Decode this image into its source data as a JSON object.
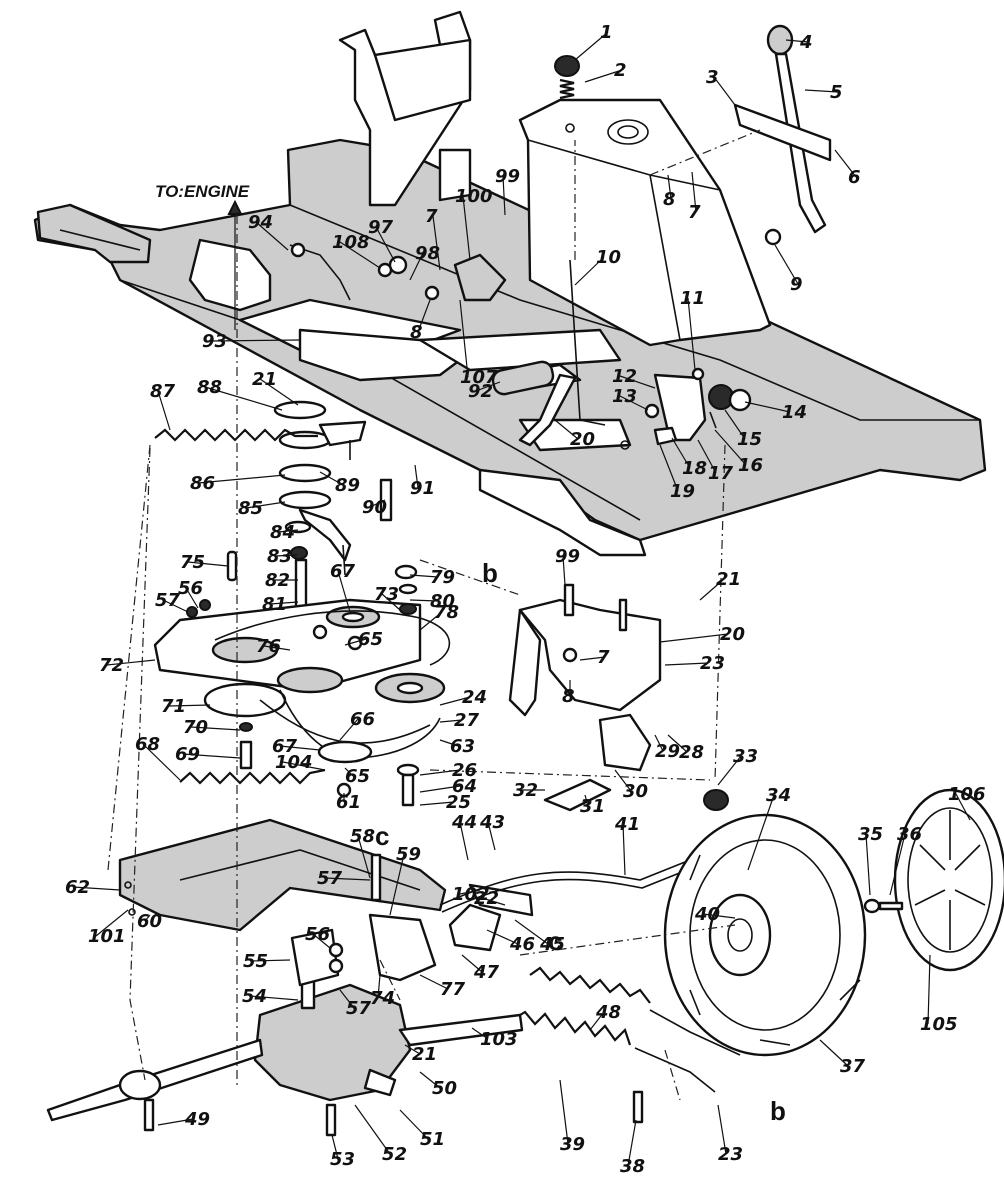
{
  "diagram": {
    "to_engine_label": "TO:ENGINE",
    "reference_letters": {
      "b_upper": "b",
      "c_upper": "c",
      "c_lower": "c",
      "b_lower": "b"
    },
    "callouts": [
      {
        "id": "c1",
        "text": "1"
      },
      {
        "id": "c2",
        "text": "2"
      },
      {
        "id": "c3",
        "text": "3"
      },
      {
        "id": "c4",
        "text": "4"
      },
      {
        "id": "c5",
        "text": "5"
      },
      {
        "id": "c6",
        "text": "6"
      },
      {
        "id": "c7a",
        "text": "7"
      },
      {
        "id": "c7b",
        "text": "7"
      },
      {
        "id": "c7c",
        "text": "7"
      },
      {
        "id": "c8a",
        "text": "8"
      },
      {
        "id": "c8b",
        "text": "8"
      },
      {
        "id": "c8c",
        "text": "8"
      },
      {
        "id": "c9",
        "text": "9"
      },
      {
        "id": "c10",
        "text": "10"
      },
      {
        "id": "c11",
        "text": "11"
      },
      {
        "id": "c12",
        "text": "12"
      },
      {
        "id": "c13",
        "text": "13"
      },
      {
        "id": "c14",
        "text": "14"
      },
      {
        "id": "c15",
        "text": "15"
      },
      {
        "id": "c16",
        "text": "16"
      },
      {
        "id": "c17",
        "text": "17"
      },
      {
        "id": "c18",
        "text": "18"
      },
      {
        "id": "c19",
        "text": "19"
      },
      {
        "id": "c20a",
        "text": "20"
      },
      {
        "id": "c20b",
        "text": "20"
      },
      {
        "id": "c21a",
        "text": "21"
      },
      {
        "id": "c21b",
        "text": "21"
      },
      {
        "id": "c21c",
        "text": "21"
      },
      {
        "id": "c22",
        "text": "22"
      },
      {
        "id": "c23a",
        "text": "23"
      },
      {
        "id": "c23b",
        "text": "23"
      },
      {
        "id": "c24",
        "text": "24"
      },
      {
        "id": "c25",
        "text": "25"
      },
      {
        "id": "c26",
        "text": "26"
      },
      {
        "id": "c27",
        "text": "27"
      },
      {
        "id": "c28",
        "text": "28"
      },
      {
        "id": "c29",
        "text": "29"
      },
      {
        "id": "c30",
        "text": "30"
      },
      {
        "id": "c31",
        "text": "31"
      },
      {
        "id": "c32",
        "text": "32"
      },
      {
        "id": "c33",
        "text": "33"
      },
      {
        "id": "c34",
        "text": "34"
      },
      {
        "id": "c35",
        "text": "35"
      },
      {
        "id": "c36",
        "text": "36"
      },
      {
        "id": "c37",
        "text": "37"
      },
      {
        "id": "c38",
        "text": "38"
      },
      {
        "id": "c39",
        "text": "39"
      },
      {
        "id": "c40",
        "text": "40"
      },
      {
        "id": "c41",
        "text": "41"
      },
      {
        "id": "c43",
        "text": "43"
      },
      {
        "id": "c44",
        "text": "44"
      },
      {
        "id": "c45",
        "text": "45"
      },
      {
        "id": "c46",
        "text": "46"
      },
      {
        "id": "c47",
        "text": "47"
      },
      {
        "id": "c48",
        "text": "48"
      },
      {
        "id": "c49",
        "text": "49"
      },
      {
        "id": "c50",
        "text": "50"
      },
      {
        "id": "c51",
        "text": "51"
      },
      {
        "id": "c52",
        "text": "52"
      },
      {
        "id": "c53",
        "text": "53"
      },
      {
        "id": "c54",
        "text": "54"
      },
      {
        "id": "c55",
        "text": "55"
      },
      {
        "id": "c56a",
        "text": "56"
      },
      {
        "id": "c56b",
        "text": "56"
      },
      {
        "id": "c57a",
        "text": "57"
      },
      {
        "id": "c57b",
        "text": "57"
      },
      {
        "id": "c57c",
        "text": "57"
      },
      {
        "id": "c58",
        "text": "58"
      },
      {
        "id": "c59",
        "text": "59"
      },
      {
        "id": "c60",
        "text": "60"
      },
      {
        "id": "c61",
        "text": "61"
      },
      {
        "id": "c62",
        "text": "62"
      },
      {
        "id": "c63",
        "text": "63"
      },
      {
        "id": "c64",
        "text": "64"
      },
      {
        "id": "c65a",
        "text": "65"
      },
      {
        "id": "c65b",
        "text": "65"
      },
      {
        "id": "c66",
        "text": "66"
      },
      {
        "id": "c67a",
        "text": "67"
      },
      {
        "id": "c67b",
        "text": "67"
      },
      {
        "id": "c68",
        "text": "68"
      },
      {
        "id": "c69",
        "text": "69"
      },
      {
        "id": "c70",
        "text": "70"
      },
      {
        "id": "c71",
        "text": "71"
      },
      {
        "id": "c72",
        "text": "72"
      },
      {
        "id": "c73",
        "text": "73"
      },
      {
        "id": "c74",
        "text": "74"
      },
      {
        "id": "c75",
        "text": "75"
      },
      {
        "id": "c76",
        "text": "76"
      },
      {
        "id": "c77",
        "text": "77"
      },
      {
        "id": "c78",
        "text": "78"
      },
      {
        "id": "c79",
        "text": "79"
      },
      {
        "id": "c80",
        "text": "80"
      },
      {
        "id": "c81",
        "text": "81"
      },
      {
        "id": "c82",
        "text": "82"
      },
      {
        "id": "c83",
        "text": "83"
      },
      {
        "id": "c84",
        "text": "84"
      },
      {
        "id": "c85",
        "text": "85"
      },
      {
        "id": "c86",
        "text": "86"
      },
      {
        "id": "c87",
        "text": "87"
      },
      {
        "id": "c88",
        "text": "88"
      },
      {
        "id": "c89",
        "text": "89"
      },
      {
        "id": "c90",
        "text": "90"
      },
      {
        "id": "c91",
        "text": "91"
      },
      {
        "id": "c92",
        "text": "92"
      },
      {
        "id": "c93",
        "text": "93"
      },
      {
        "id": "c94",
        "text": "94"
      },
      {
        "id": "c97",
        "text": "97"
      },
      {
        "id": "c98",
        "text": "98"
      },
      {
        "id": "c99a",
        "text": "99"
      },
      {
        "id": "c99b",
        "text": "99"
      },
      {
        "id": "c100",
        "text": "100"
      },
      {
        "id": "c101",
        "text": "101"
      },
      {
        "id": "c102",
        "text": "102"
      },
      {
        "id": "c103",
        "text": "103"
      },
      {
        "id": "c104",
        "text": "104"
      },
      {
        "id": "c105",
        "text": "105"
      },
      {
        "id": "c106",
        "text": "106"
      },
      {
        "id": "c107",
        "text": "107"
      },
      {
        "id": "c108",
        "text": "108"
      }
    ]
  }
}
